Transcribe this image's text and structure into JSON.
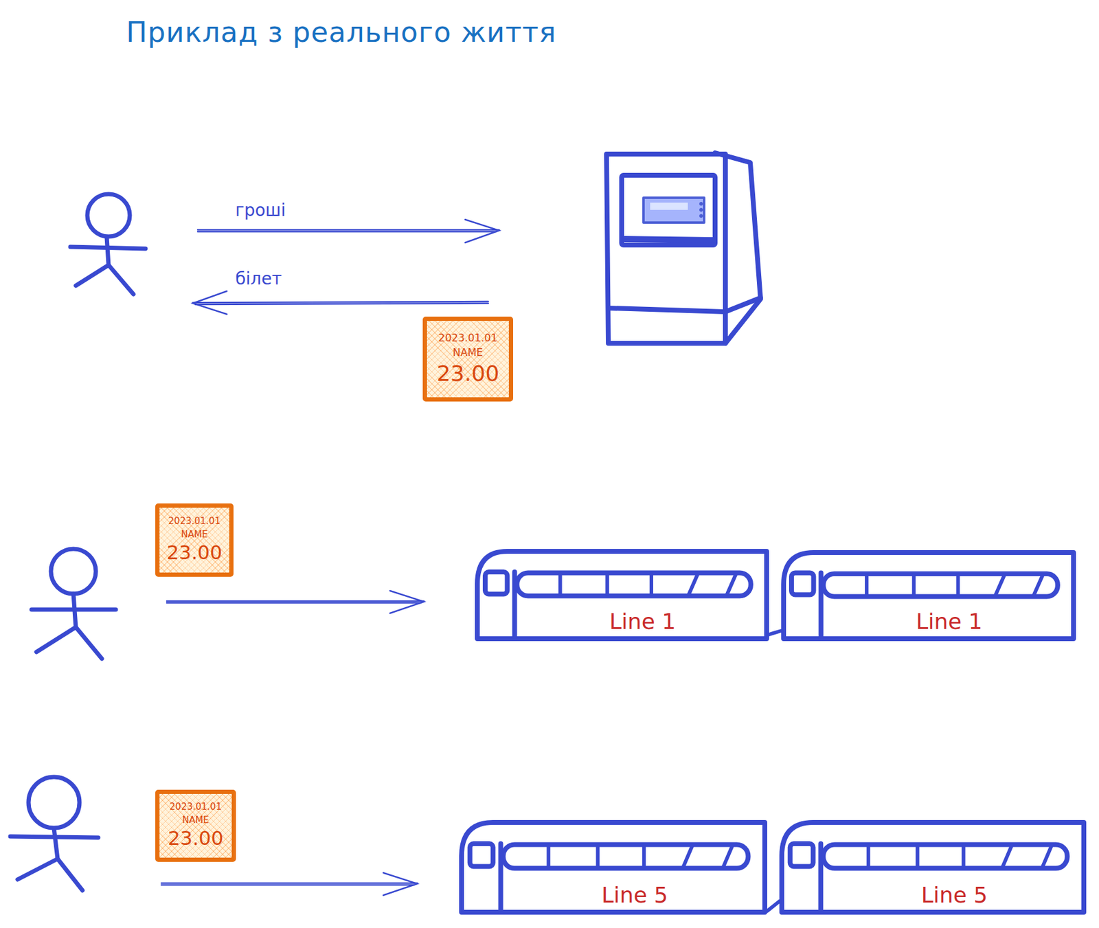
{
  "diagram": {
    "title": "Приклад з реального життя",
    "nodes": [
      {
        "text": [
          "2023.01.01",
          "NAME",
          "23.00"
        ]
      },
      {
        "text": [
          "2023.01.01",
          "NAME",
          "23.00"
        ]
      },
      {
        "text": [
          "Line 1"
        ]
      },
      {
        "text": [
          "Line 1"
        ]
      },
      {
        "text": [
          "2023.01.01",
          "NAME",
          "23.00"
        ]
      },
      {
        "text": [
          "Line 5"
        ]
      },
      {
        "text": [
          "Line 5"
        ]
      }
    ],
    "labels": [
      "гроші",
      "білет"
    ]
  }
}
